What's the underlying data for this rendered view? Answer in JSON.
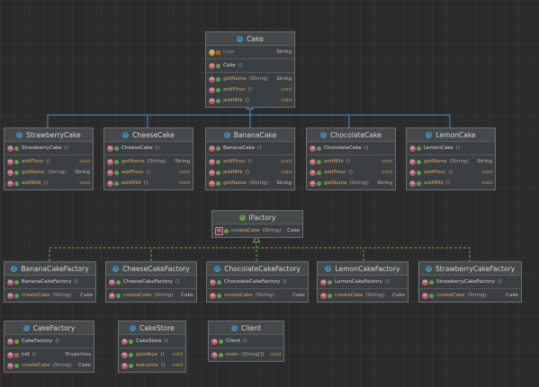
{
  "classes": {
    "cake": {
      "name": "Cake",
      "fields": [
        {
          "name": "type",
          "type": "String"
        }
      ],
      "members": [
        {
          "name": "Cake",
          "sig": "()",
          "type": ""
        },
        {
          "name": "getName",
          "sig": "(String)",
          "type": "String"
        },
        {
          "name": "addFlour",
          "sig": "()",
          "type": "void"
        },
        {
          "name": "addMilk",
          "sig": "()",
          "type": "void"
        }
      ]
    },
    "strawberry_cake": {
      "name": "StrawberryCake",
      "ctor": {
        "name": "StrawberryCake",
        "sig": "()"
      },
      "methods": [
        {
          "name": "addFlour",
          "sig": "()",
          "type": "void"
        },
        {
          "name": "getName",
          "sig": "(String)",
          "type": "String"
        },
        {
          "name": "addMilk",
          "sig": "()",
          "type": "void"
        }
      ]
    },
    "cheese_cake": {
      "name": "CheeseCake",
      "ctor": {
        "name": "CheeseCake",
        "sig": "()"
      },
      "methods": [
        {
          "name": "getName",
          "sig": "(String)",
          "type": "String"
        },
        {
          "name": "addFlour",
          "sig": "()",
          "type": "void"
        },
        {
          "name": "addMilk",
          "sig": "()",
          "type": "void"
        }
      ]
    },
    "banana_cake": {
      "name": "BananaCake",
      "ctor": {
        "name": "BananaCake",
        "sig": "()"
      },
      "methods": [
        {
          "name": "addFlour",
          "sig": "()",
          "type": "void"
        },
        {
          "name": "addMilk",
          "sig": "()",
          "type": "void"
        },
        {
          "name": "getName",
          "sig": "(String)",
          "type": "String"
        }
      ]
    },
    "chocolate_cake": {
      "name": "ChocolateCake",
      "ctor": {
        "name": "ChocolateCake",
        "sig": "()"
      },
      "methods": [
        {
          "name": "addMilk",
          "sig": "()",
          "type": "void"
        },
        {
          "name": "addFlour",
          "sig": "()",
          "type": "void"
        },
        {
          "name": "getName",
          "sig": "(String)",
          "type": "String"
        }
      ]
    },
    "lemon_cake": {
      "name": "LemonCake",
      "ctor": {
        "name": "LemonCake",
        "sig": "()"
      },
      "methods": [
        {
          "name": "getName",
          "sig": "(String)",
          "type": "String"
        },
        {
          "name": "addFlour",
          "sig": "()",
          "type": "void"
        },
        {
          "name": "addMilk",
          "sig": "()",
          "type": "void"
        }
      ]
    },
    "ifactory": {
      "name": "IFactory",
      "methods": [
        {
          "name": "createCake",
          "sig": "(String)",
          "type": "Cake"
        }
      ]
    },
    "banana_factory": {
      "name": "BananaCakeFactory",
      "ctor": {
        "name": "BananaCakeFactory",
        "sig": "()"
      },
      "methods": [
        {
          "name": "createCake",
          "sig": "(String)",
          "type": "Cake"
        }
      ]
    },
    "cheese_factory": {
      "name": "CheeseCakeFactory",
      "ctor": {
        "name": "CheeseCakeFactory",
        "sig": "()"
      },
      "methods": [
        {
          "name": "createCake",
          "sig": "(String)",
          "type": "Cake"
        }
      ]
    },
    "chocolate_factory": {
      "name": "ChocolateCakeFactory",
      "ctor": {
        "name": "ChocolateCakeFactory",
        "sig": "()"
      },
      "methods": [
        {
          "name": "createCake",
          "sig": "(String)",
          "type": "Cake"
        }
      ]
    },
    "lemon_factory": {
      "name": "LemonCakeFactory",
      "ctor": {
        "name": "LemonCakeFactory",
        "sig": "()"
      },
      "methods": [
        {
          "name": "createCake",
          "sig": "(String)",
          "type": "Cake"
        }
      ]
    },
    "strawberry_factory": {
      "name": "StrawberryCakeFactory",
      "ctor": {
        "name": "StrawberryCakeFactory",
        "sig": "()"
      },
      "methods": [
        {
          "name": "createCake",
          "sig": "(String)",
          "type": "Cake"
        }
      ]
    },
    "cake_factory": {
      "name": "CakeFactory",
      "ctor": {
        "name": "CakeFactory",
        "sig": "()"
      },
      "methods": [
        {
          "name": "init",
          "sig": "()",
          "type": "Properties"
        },
        {
          "name": "createCake",
          "sig": "(String)",
          "type": "Cake"
        }
      ]
    },
    "cake_store": {
      "name": "CakeStore",
      "ctor": {
        "name": "CakeStore",
        "sig": "()"
      },
      "methods": [
        {
          "name": "goodbye",
          "sig": "()",
          "type": "void"
        },
        {
          "name": "welcome",
          "sig": "()",
          "type": "void"
        }
      ]
    },
    "client": {
      "name": "Client",
      "ctor": {
        "name": "Client",
        "sig": "()"
      },
      "methods": [
        {
          "name": "main",
          "sig": "(String[])",
          "type": "void"
        }
      ]
    }
  },
  "colors": {
    "background": "#2b2b2b",
    "class_box": "#3c3f41",
    "inheritance_edge": "#4a8fc7",
    "realization_edge": "#6fa64a",
    "method_name": "#d8a56a",
    "return_type": "#b89550"
  },
  "icons": {
    "class": "class-c-icon",
    "interface": "interface-i-icon",
    "method": "method-m-icon",
    "field": "field-f-icon",
    "abstract_method": "abstract-method-icon",
    "visibility_public": "public-visibility-icon",
    "visibility_private": "private-lock-icon"
  }
}
